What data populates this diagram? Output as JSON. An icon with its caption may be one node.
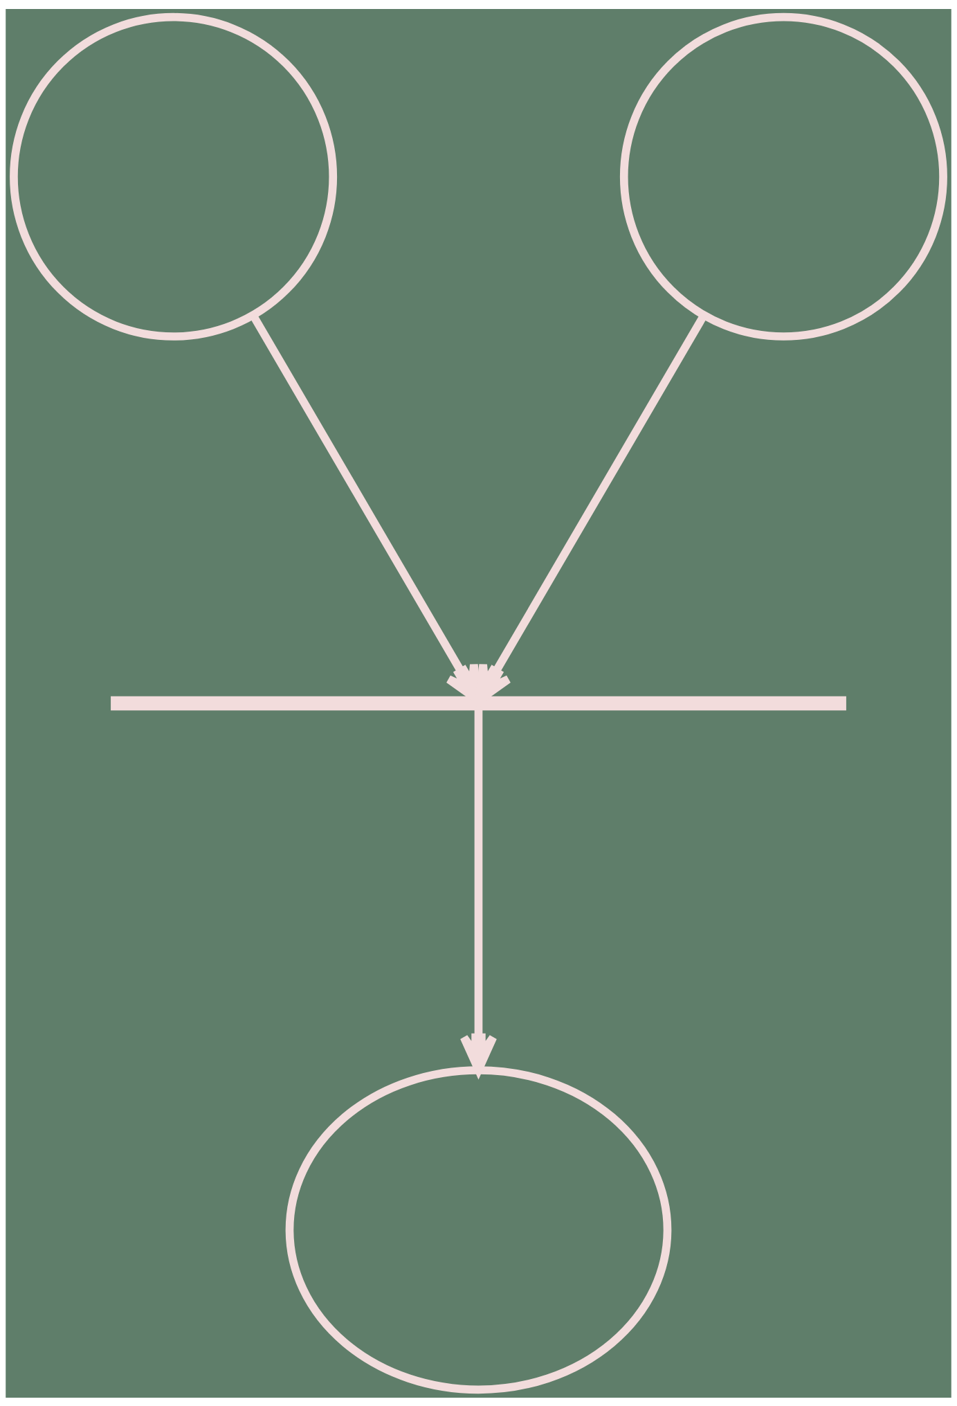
{
  "diagram": {
    "nodes": [
      {
        "text": [],
        "shape": "circle"
      },
      {
        "text": [],
        "shape": "circle"
      },
      {
        "text": [],
        "shape": "bar"
      },
      {
        "text": [],
        "shape": "ellipse"
      }
    ],
    "edges": [
      {
        "from": 0,
        "to": 2,
        "arrow": "to"
      },
      {
        "from": 1,
        "to": 2,
        "arrow": "to"
      },
      {
        "from": 2,
        "to": 3,
        "arrow": "to"
      }
    ]
  }
}
